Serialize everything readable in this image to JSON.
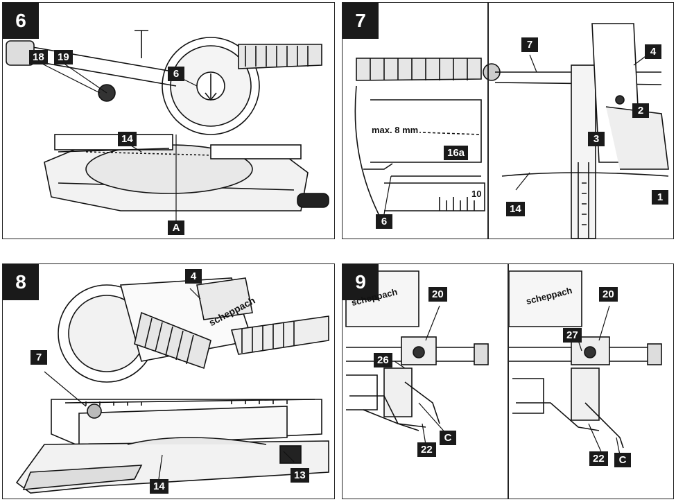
{
  "panels": [
    {
      "step": "6",
      "callouts": [
        "18",
        "19",
        "6",
        "14",
        "A"
      ]
    },
    {
      "step": "7",
      "callouts": [
        "7",
        "4",
        "2",
        "3",
        "16a",
        "10",
        "14",
        "1",
        "6"
      ],
      "text": "max. 8 mm"
    },
    {
      "step": "8",
      "callouts": [
        "4",
        "7",
        "13",
        "14"
      ],
      "brand": "scheppach"
    },
    {
      "step": "9",
      "callouts": [
        "20",
        "26",
        "C",
        "22",
        "20",
        "27",
        "22",
        "C"
      ],
      "brand": "scheppach"
    }
  ]
}
